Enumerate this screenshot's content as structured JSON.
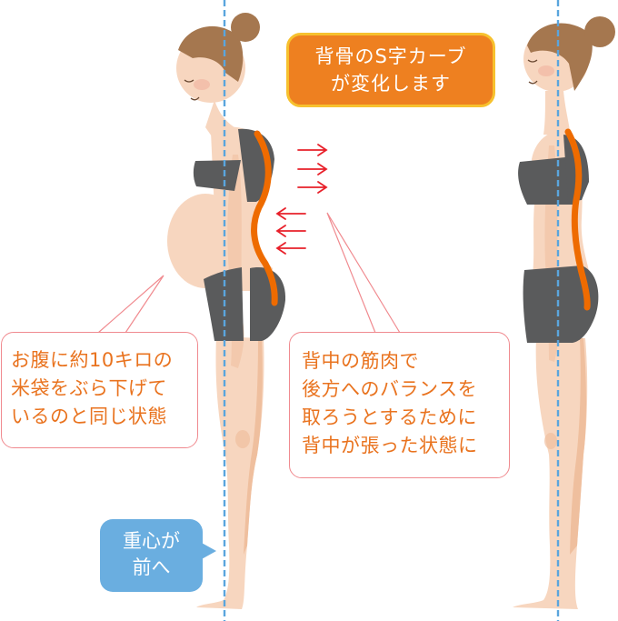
{
  "title_box": {
    "lines": [
      "背骨のS字カーブ",
      "が変化します"
    ],
    "bg_color": "#ee8020",
    "border_color": "#f7c12e"
  },
  "left_callout": {
    "lines": [
      "お腹に約10キロの",
      "米袋をぶら下げて",
      "いるのと同じ状態"
    ],
    "text_color": "#e9731f",
    "border_color": "#f08a8f"
  },
  "right_callout": {
    "lines": [
      "背中の筋肉で",
      "後方へのバランスを",
      "取ろうとするために",
      "背中が張った状態に"
    ],
    "text_color": "#e9731f",
    "border_color": "#f08a8f"
  },
  "center_of_gravity_callout": {
    "lines": [
      "重心が",
      "前へ"
    ],
    "bg_color": "#6aaee0"
  },
  "figures": [
    {
      "name": "pregnant-woman",
      "description": "pregnant posture, spine S-curve exaggerated"
    },
    {
      "name": "non-pregnant-woman",
      "description": "normal upright posture"
    }
  ],
  "colors": {
    "skin": "#f7d6bf",
    "skin_shadow": "#efbf9e",
    "hair": "#a5774f",
    "clothing": "#5a5b5c",
    "spine": "#ee6b00",
    "arrows": "#e8202a",
    "plumb_line": "#5aa5dd"
  }
}
